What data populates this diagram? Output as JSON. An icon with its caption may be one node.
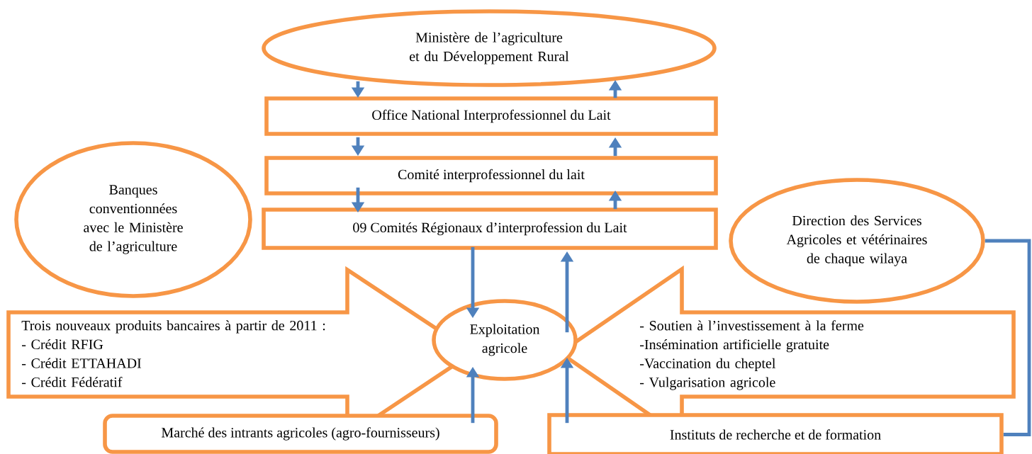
{
  "diagram": {
    "nodes": [
      {
        "text": [
          "Ministère de l’agriculture et du Développement Rural"
        ]
      },
      {
        "text": [
          "Office National Interprofessionnel du Lait"
        ]
      },
      {
        "text": [
          "Comité interprofessionnel du lait"
        ]
      },
      {
        "text": [
          "09 Comités Régionaux d’interprofession du Lait"
        ]
      },
      {
        "text": [
          "Banques conventionnées avec le Ministère de l’agriculture"
        ]
      },
      {
        "text": [
          "Direction des Services Agricoles et vétérinaires de chaque wilaya"
        ]
      },
      {
        "text": [
          "Trois nouveaux produits bancaires à partir de 2011 :",
          "- Crédit RFIG",
          "- Crédit ETTAHADI",
          "- Crédit Fédératif"
        ]
      },
      {
        "text": [
          "Exploitation agricole"
        ]
      },
      {
        "text": [
          "- Soutien à l’investissement à la ferme",
          "-Insémination artificielle gratuite",
          "-Vaccination du cheptel",
          "- Vulgarisation agricole"
        ]
      },
      {
        "text": [
          "Marché des intrants agricoles (agro-fournisseurs)"
        ]
      },
      {
        "text": [
          "Instituts de recherche et de formation"
        ]
      }
    ],
    "edges": [
      {
        "from": 0,
        "to": 1,
        "arrow": "to"
      },
      {
        "from": 1,
        "to": 0,
        "arrow": "to"
      },
      {
        "from": 1,
        "to": 2,
        "arrow": "to"
      },
      {
        "from": 2,
        "to": 1,
        "arrow": "to"
      },
      {
        "from": 2,
        "to": 3,
        "arrow": "to"
      },
      {
        "from": 3,
        "to": 2,
        "arrow": "to"
      },
      {
        "from": 3,
        "to": 7,
        "arrow": "to"
      },
      {
        "from": 7,
        "to": 3,
        "arrow": "to"
      },
      {
        "from": 9,
        "to": 7,
        "arrow": "to"
      },
      {
        "from": 10,
        "to": 7,
        "arrow": "to"
      },
      {
        "from": 5,
        "to": 10,
        "arrow": "none"
      }
    ]
  }
}
